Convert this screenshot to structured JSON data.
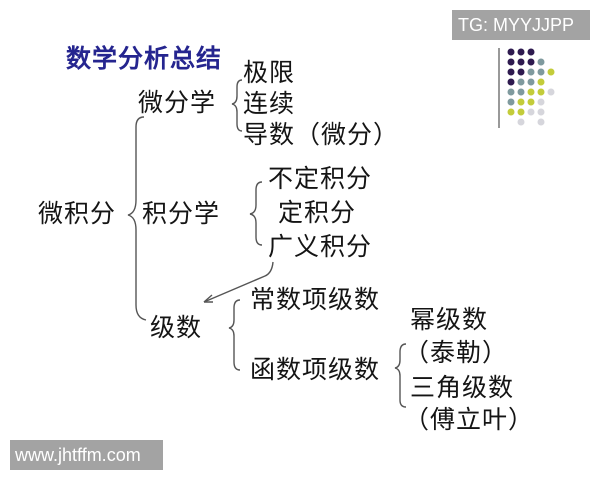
{
  "title": "数学分析总结",
  "watermarks": {
    "top_right": "TG: MYYJJPP",
    "bottom_left": "www.jhtffm.com"
  },
  "colors": {
    "title": "#25258f",
    "text": "#141414",
    "watermark_bg": "#a3a3a3",
    "dot_purple": "#2e1a4f",
    "dot_teal": "#7f9a9e",
    "dot_lime": "#c3cc3a",
    "dot_grey": "#d6d6dc"
  },
  "tree": {
    "root": "微积分",
    "branches": [
      {
        "label": "微分学",
        "children": [
          "极限",
          "连续",
          "导数（微分）"
        ]
      },
      {
        "label": "积分学",
        "children": [
          "不定积分",
          "定积分",
          "广义积分"
        ]
      },
      {
        "label": "级数",
        "children": [
          {
            "label": "常数项级数"
          },
          {
            "label": "函数项级数",
            "children": [
              "幂级数",
              "（泰勒）",
              "三角级数",
              "（傅立叶）"
            ]
          }
        ]
      }
    ]
  },
  "arrow": {
    "from": "广义积分",
    "to": "级数"
  }
}
